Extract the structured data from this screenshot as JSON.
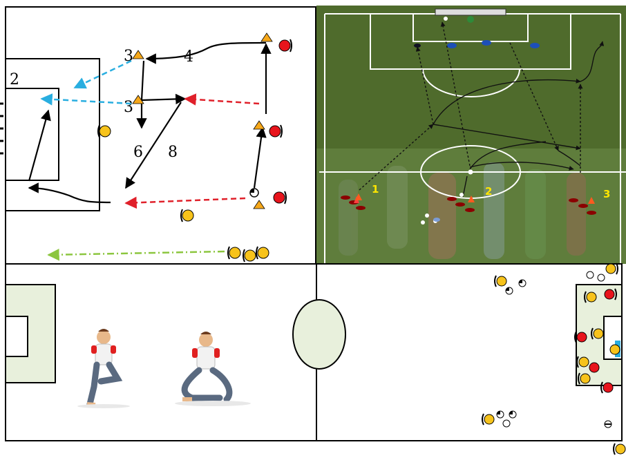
{
  "diagram_labels": {
    "n2": "2",
    "n3a": "3",
    "n3b": "3",
    "n4": "4",
    "n6": "6",
    "n8": "8"
  },
  "photo_panel": {
    "group1": "1",
    "group2": "2",
    "group3": "3"
  },
  "colors": {
    "pitch_green": "#4f6b2c",
    "box_fill": "#e8f0dc",
    "team_red": "#e8141c",
    "team_yellow": "#f7c31b",
    "cone_orange": "#f6a81a",
    "arrow_blue": "#29aee0",
    "arrow_red": "#e0202a",
    "arrow_green": "#8cc63f"
  },
  "icons": [
    "player-red-icon",
    "player-yellow-icon",
    "cone-icon",
    "ball-icon",
    "goalkeeper-icon",
    "stretching-figure-icon"
  ]
}
